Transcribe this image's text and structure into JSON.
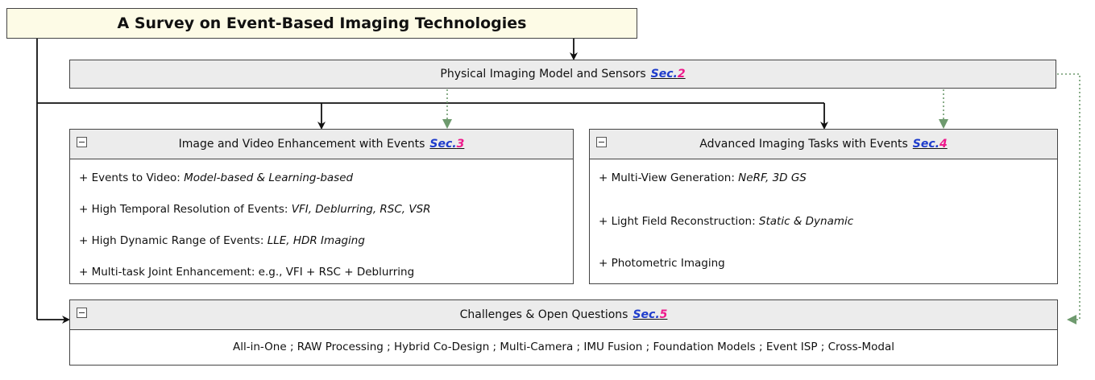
{
  "title": "A Survey on Event-Based Imaging Technologies",
  "physical": {
    "label": "Physical Imaging Model and Sensors",
    "sec_word": "Sec.",
    "sec_num": "2"
  },
  "left_panel": {
    "label": "Image and Video Enhancement with Events",
    "sec_word": "Sec.",
    "sec_num": "3",
    "items": [
      {
        "prefix": "+ Events to Video: ",
        "detail": "Model-based & Learning-based"
      },
      {
        "prefix": "+ High Temporal Resolution of Events: ",
        "detail": "VFI, Deblurring, RSC, VSR"
      },
      {
        "prefix": "+ High Dynamic Range of Events: ",
        "detail": "LLE, HDR Imaging"
      },
      {
        "prefix": "+ Multi-task Joint Enhancement: e.g., VFI + RSC + Deblurring",
        "detail": ""
      }
    ]
  },
  "right_panel": {
    "label": "Advanced Imaging Tasks with Events",
    "sec_word": "Sec.",
    "sec_num": "4",
    "items": [
      {
        "prefix": "+ Multi-View Generation: ",
        "detail": "NeRF, 3D GS"
      },
      {
        "prefix": "+ Light Field Reconstruction: ",
        "detail": "Static & Dynamic"
      },
      {
        "prefix": "+ Photometric Imaging",
        "detail": ""
      }
    ]
  },
  "bottom_panel": {
    "label": "Challenges & Open Questions",
    "sec_word": "Sec.",
    "sec_num": "5",
    "list": "All-in-One ; RAW Processing ; Hybrid Co-Design ; Multi-Camera ; IMU Fusion ; Foundation Models ; Event ISP ; Cross-Modal"
  },
  "colors": {
    "title_bg": "#fdfbe6",
    "header_bg": "#ececec",
    "sec_blue": "#1f3dcc",
    "sec_pink": "#ee1a8c",
    "dotted_green": "#6e9a6e"
  }
}
